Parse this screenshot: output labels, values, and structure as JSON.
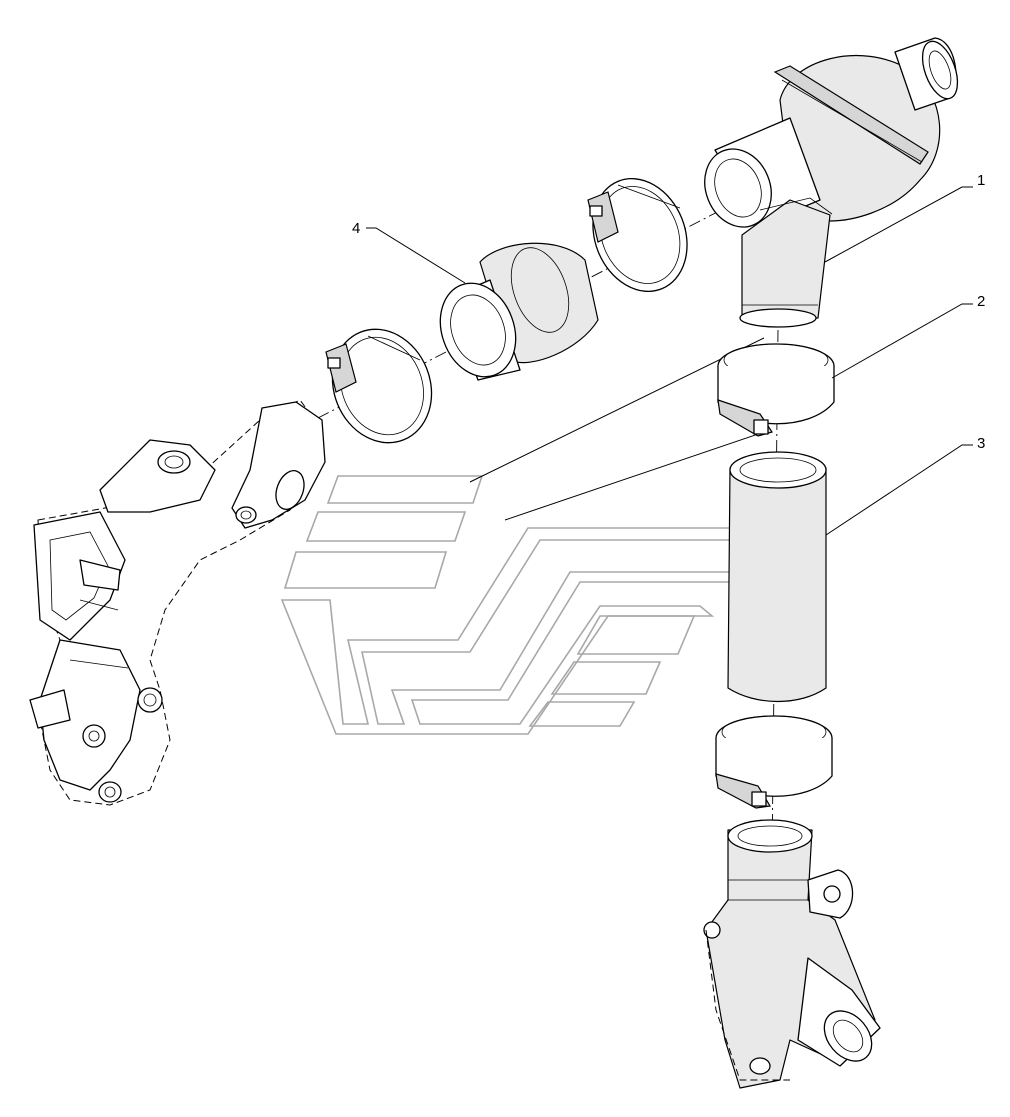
{
  "callouts": [
    {
      "id": "1",
      "label": "1"
    },
    {
      "id": "2",
      "label": "2"
    },
    {
      "id": "3",
      "label": "3"
    },
    {
      "id": "4",
      "label": "4"
    }
  ],
  "colors": {
    "line": "#000000",
    "watermark": "#a8a8a8",
    "background": "#ffffff"
  }
}
